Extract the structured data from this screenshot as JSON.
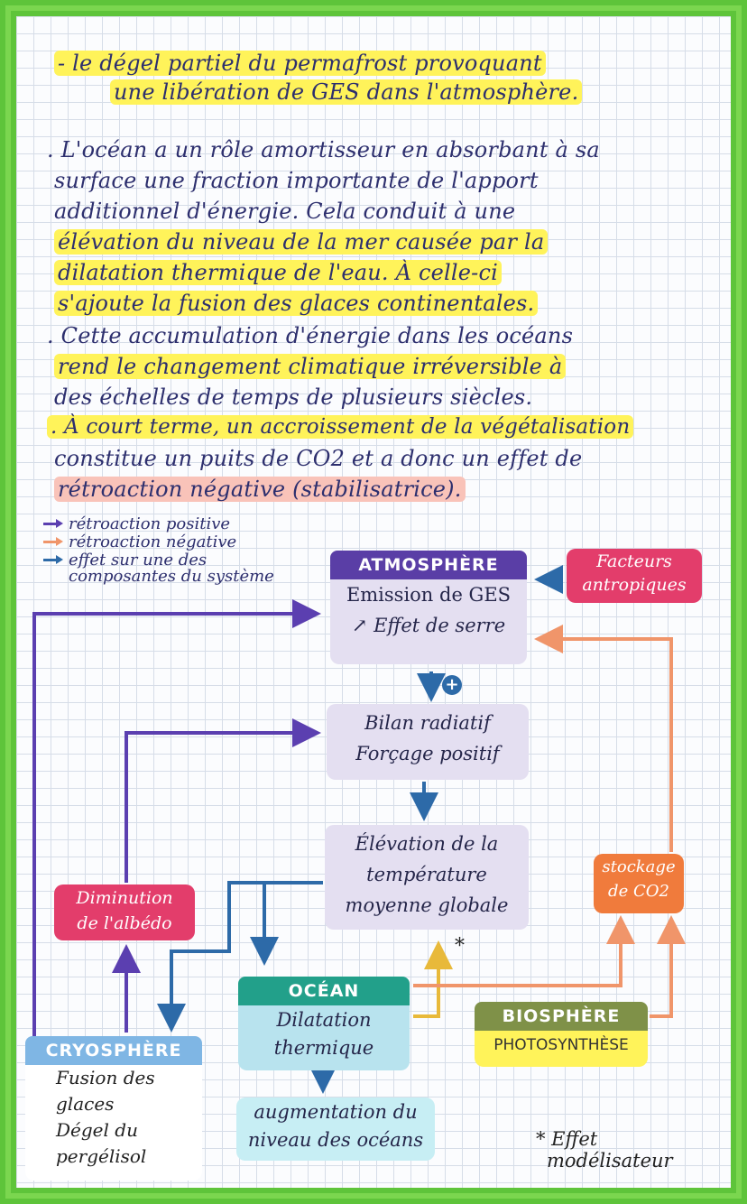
{
  "text": {
    "line1": "- le dégel partiel du permafrost provoquant",
    "line2": "une libération de GES dans l'atmosphère.",
    "p2_l1": ". L'océan a un rôle amortisseur en absorbant à sa",
    "p2_l2": "surface une fraction importante de l'apport",
    "p2_l3": "additionnel d'énergie. Cela conduit à une",
    "p2_l4": "élévation du niveau de la mer causée par la",
    "p2_l5": "dilatation thermique de l'eau. À celle-ci",
    "p2_l6": "s'ajoute la fusion des glaces continentales.",
    "p3_l1": ". Cette accumulation d'énergie dans les océans",
    "p3_l2": "rend le changement climatique irréversible à",
    "p3_l3": "des échelles de temps de plusieurs siècles.",
    "p4_l1": ". À court terme, un accroissement de la végétalisation",
    "p4_l2": "constitue un puits de CO2 et a donc un effet de",
    "p4_l3": "rétroaction négative (stabilisatrice)."
  },
  "legend": {
    "positive": "rétroaction positive",
    "negative": "rétroaction négative",
    "effect_l1": "effet sur une des",
    "effect_l2": "composantes du système"
  },
  "boxes": {
    "atmosphere_title": "ATMOSPHÈRE",
    "atmosphere_l1": "Emission de GES",
    "atmosphere_l2": "↗ Effet de serre",
    "facteurs_l1": "Facteurs",
    "facteurs_l2": "antropiques",
    "bilan_l1": "Bilan radiatif",
    "bilan_l2": "Forçage positif",
    "elevation_l1": "Élévation de la",
    "elevation_l2": "température",
    "elevation_l3": "moyenne globale",
    "stockage_l1": "stockage",
    "stockage_l2": "de CO2",
    "albedo_l1": "Diminution",
    "albedo_l2": "de l'albédo",
    "ocean_title": "OCÉAN",
    "ocean_l1": "Dilatation",
    "ocean_l2": "thermique",
    "biosphere_title": "BIOSPHÈRE",
    "biosphere_body": "PHOTOSYNTHÈSE",
    "cryo_title": "CRYOSPHÈRE",
    "cryo_l1": "Fusion des",
    "cryo_l2": "glaces",
    "cryo_l3": "Dégel du",
    "cryo_l4": "pergélisol",
    "niveau_l1": "augmentation du",
    "niveau_l2": "niveau des océans",
    "plus_sign": "+",
    "star": "*",
    "note_l1": "* Effet",
    "note_l2": "modélisateur"
  },
  "colors": {
    "positive": "#5b3fb0",
    "negative": "#f0956a",
    "effect": "#2d6aa8",
    "highlight": "#fff35a",
    "atmosphere": "#5a3ea6",
    "ocean": "#22a08a",
    "biosphere": "#7f9148",
    "cryosphere": "#7fb6e4",
    "facteurs": "#e33d6b",
    "stockage": "#f07b3c"
  }
}
